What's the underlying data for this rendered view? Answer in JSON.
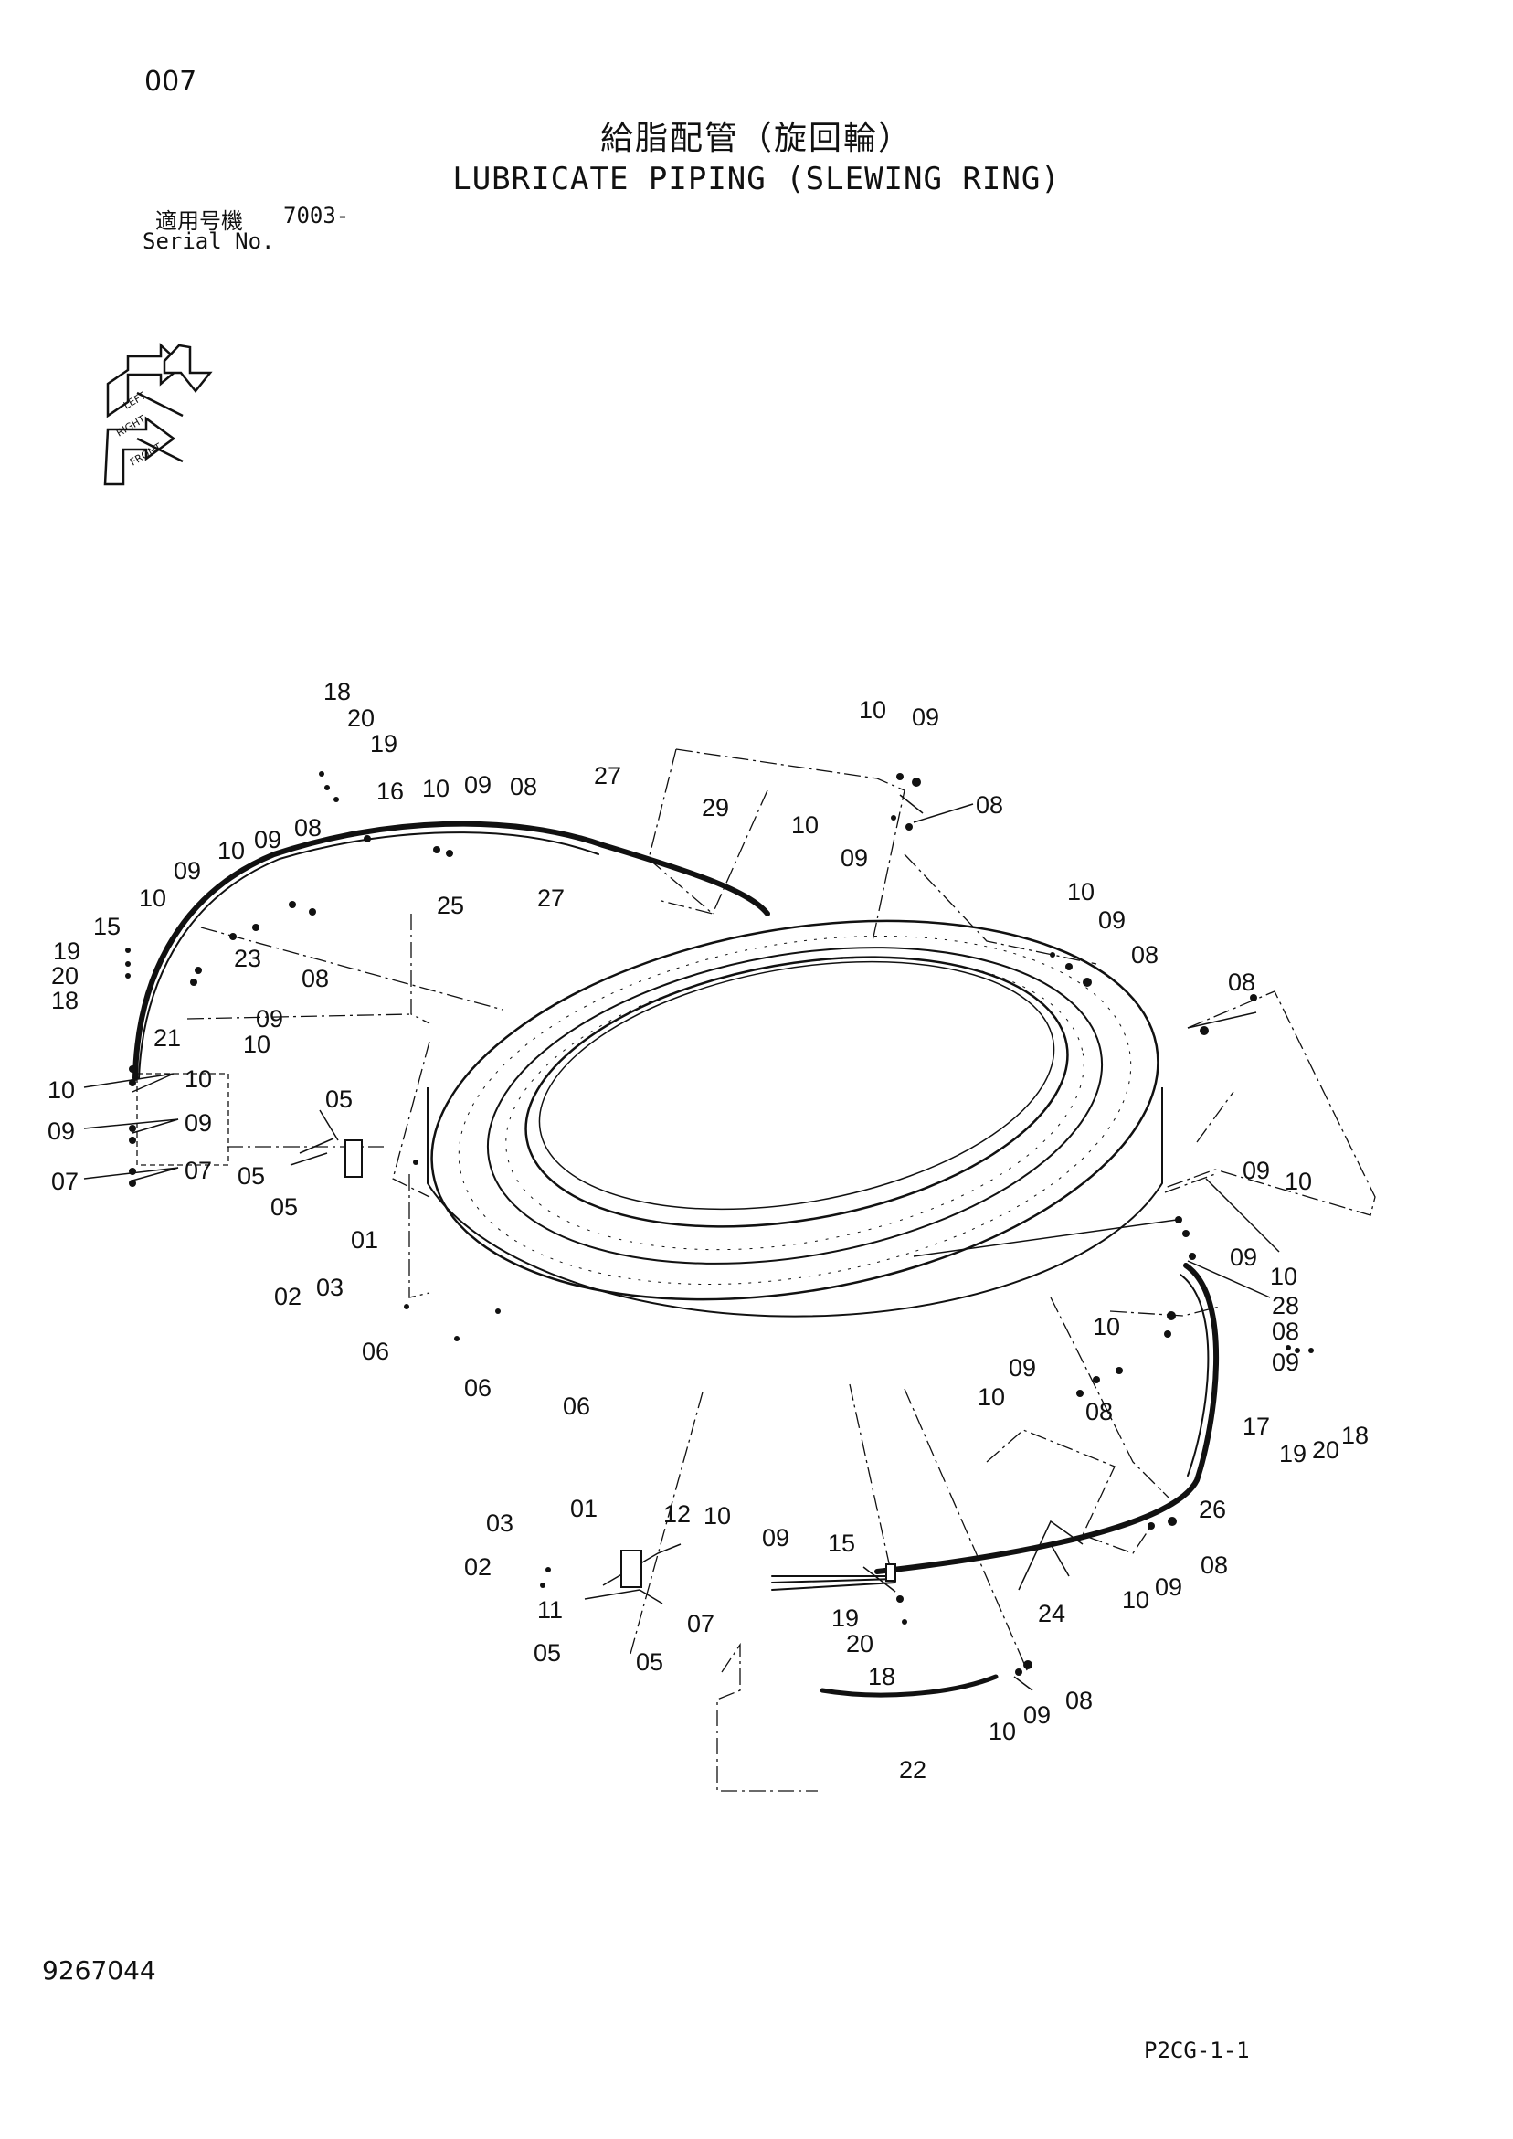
{
  "header": {
    "page_number": "007",
    "title_ja": "給脂配管（旋回輪）",
    "title_en": "LUBRICATE PIPING (SLEWING RING)",
    "serial_label_ja": "適用号機",
    "serial_value": "7003-",
    "serial_label_en": "Serial No."
  },
  "orientation_icon": {
    "name": "direction-arrow-icon",
    "labels": [
      "LEFT",
      "RIGHT",
      "FRONT"
    ]
  },
  "footer": {
    "document_number": "9267044",
    "page_code": "P2CG-1-1"
  },
  "part_labels": {
    "tl": [
      "18",
      "20",
      "19",
      "16",
      "10",
      "09",
      "08",
      "27",
      "29",
      "25",
      "27"
    ],
    "tll": [
      "10",
      "09",
      "08",
      "09",
      "10",
      "15",
      "23",
      "08",
      "19",
      "20",
      "18",
      "09",
      "10",
      "21"
    ],
    "lf": [
      "10",
      "10",
      "09",
      "09",
      "07",
      "07",
      "05",
      "05",
      "05",
      "01",
      "02",
      "03",
      "06"
    ],
    "top": [
      "10",
      "09",
      "08",
      "10",
      "09"
    ],
    "rt": [
      "10",
      "09",
      "08",
      "08"
    ],
    "rr": [
      "09",
      "10",
      "09",
      "10",
      "28",
      "08",
      "10",
      "09",
      "09",
      "08",
      "10",
      "17",
      "19",
      "20",
      "18",
      "26"
    ],
    "bot": [
      "06",
      "06",
      "01",
      "12",
      "10",
      "09",
      "03",
      "02",
      "11",
      "07",
      "05",
      "05",
      "15",
      "19",
      "20",
      "18",
      "24",
      "10",
      "09",
      "08",
      "10",
      "09",
      "08",
      "22"
    ]
  }
}
